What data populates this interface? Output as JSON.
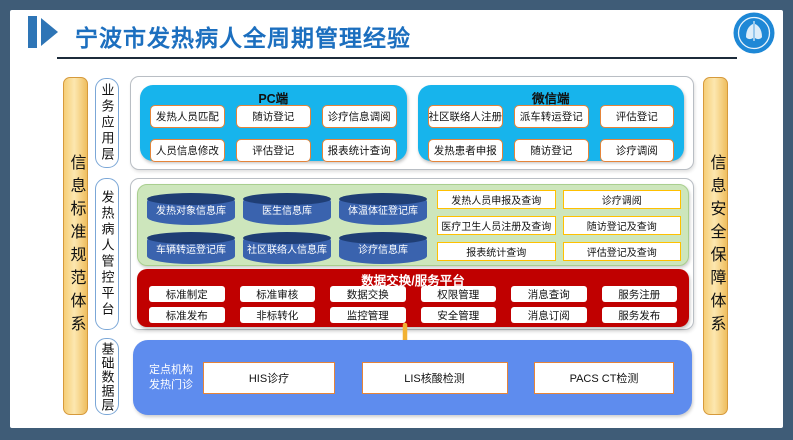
{
  "header": {
    "title": "宁波市发热病人全周期管理经验"
  },
  "side_bars": {
    "left": "信息标准规范体系",
    "right": "信息安全保障体系"
  },
  "layers": {
    "application": {
      "label": "业务应用层",
      "pc": {
        "title": "PC端",
        "items": [
          "发热人员匹配",
          "随访登记",
          "诊疗信息调阅",
          "人员信息修改",
          "评估登记",
          "报表统计查询"
        ]
      },
      "wechat": {
        "title": "微信端",
        "items": [
          "社区联络人注册",
          "派车转运登记",
          "评估登记",
          "发热患者申报",
          "随访登记",
          "诊疗调阅"
        ]
      }
    },
    "control_platform": {
      "label": "发热病人管控平台",
      "databases": [
        "发热对象信息库",
        "医生信息库",
        "体温体征登记库",
        "车辆转运登记库",
        "社区联络人信息库",
        "诊疗信息库"
      ],
      "services": [
        "发热人员申报及查询",
        "诊疗调阅",
        "医疗卫生人员注册及查询",
        "随访登记及查询",
        "报表统计查询",
        "评估登记及查询"
      ],
      "exchange": {
        "title": "数据交换/服务平台",
        "items": [
          "标准制定",
          "标准审核",
          "数据交换",
          "权限管理",
          "消息查询",
          "服务注册",
          "标准发布",
          "非标转化",
          "监控管理",
          "安全管理",
          "消息订阅",
          "服务发布"
        ]
      }
    },
    "base_data": {
      "label": "基础数据层",
      "source_line1": "定点机构",
      "source_line2": "发热门诊",
      "systems": [
        "HIS诊疗",
        "LIS核酸检测",
        "PACS CT检测"
      ]
    }
  },
  "colors": {
    "frame": "#3F5C77",
    "title_blue": "#1C6FBF",
    "accent_blue": "#2E75B6",
    "cyan_panel": "#17B4EC",
    "orange_border": "#E58439",
    "green_panel": "#CDE6BC",
    "cylinder_body": "#3A63AE",
    "cylinder_top": "#1F3E75",
    "gold_border": "#FFC000",
    "red_panel": "#C00000",
    "blue_panel": "#5E8CEE",
    "side_bar_yellow": "#F6CE77",
    "arrow_gold": "#F2B234",
    "logo_blue": "#1E88D6"
  }
}
